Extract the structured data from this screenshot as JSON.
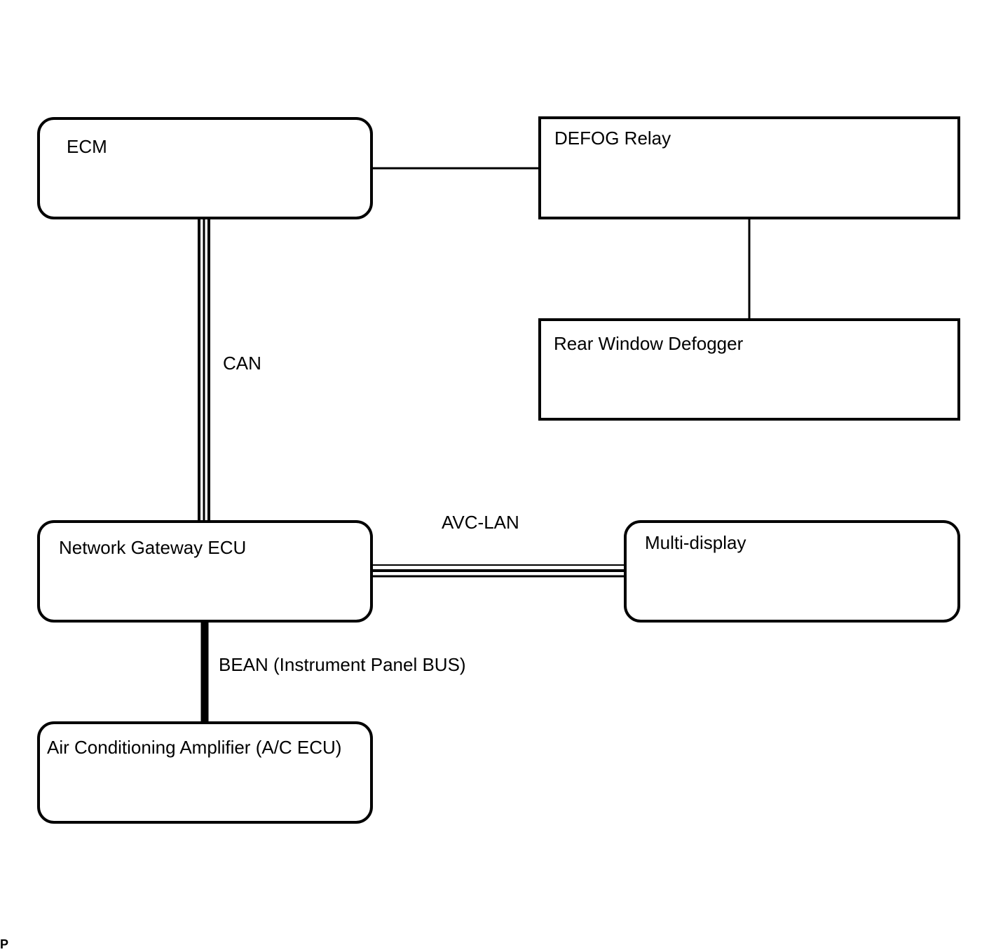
{
  "diagram": {
    "boxes": {
      "ecm": "ECM",
      "defog_relay": "DEFOG Relay",
      "rear_window_defogger": "Rear Window Defogger",
      "network_gateway_ecu": "Network Gateway ECU",
      "multi_display": "Multi-display",
      "ac_amplifier": "Air Conditioning Amplifier (A/C ECU)"
    },
    "connections": {
      "can": "CAN",
      "avc_lan": "AVC-LAN",
      "bean": "BEAN (Instrument Panel BUS)"
    },
    "corner_mark": "P"
  }
}
